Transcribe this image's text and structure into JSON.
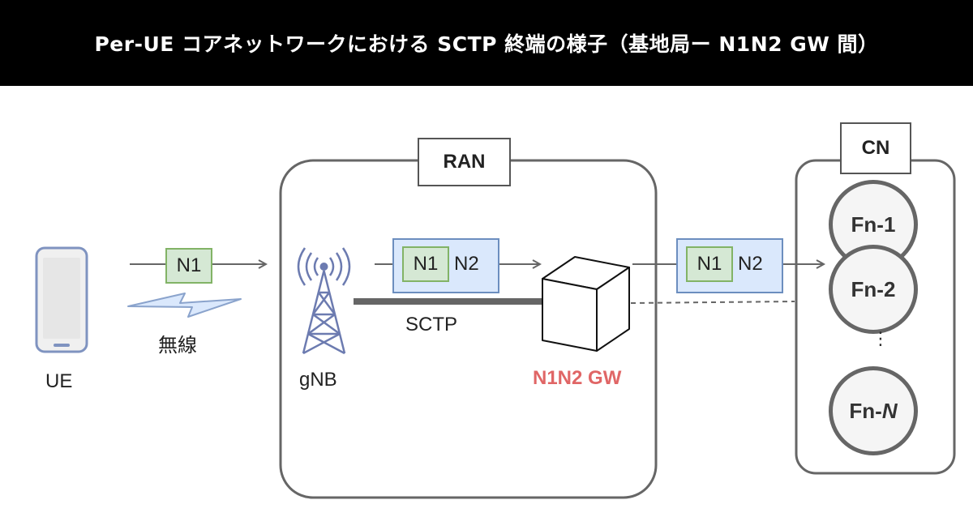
{
  "title": "Per-UE コアネットワークにおける SCTP 終端の様子（基地局ー N1N2 GW 間）",
  "nodes": {
    "ue": "UE",
    "wireless": "無線",
    "gnb": "gNB",
    "sctp": "SCTP",
    "gateway": "N1N2 GW"
  },
  "groups": {
    "ran": "RAN",
    "cn": "CN"
  },
  "messages": {
    "ue_to_gnb": {
      "n1": "N1"
    },
    "gnb_to_gw": {
      "n1": "N1",
      "n2": "N2"
    },
    "gw_to_cn": {
      "n1": "N1",
      "n2": "N2"
    }
  },
  "cn_functions": {
    "fn1": "Fn-1",
    "fn2": "Fn-2",
    "fnN_prefix": "Fn-",
    "fnN_italic": "N",
    "ellipsis": "⋮"
  },
  "colors": {
    "title_bg": "#000000",
    "gateway_label": "#e06666",
    "blue_fill": "#dae8fc",
    "blue_stroke": "#6c8ebf",
    "green_fill": "#d5e8d4",
    "green_stroke": "#82b366",
    "phone_frame": "#7f93c0",
    "tower": "#6c7bb0"
  }
}
